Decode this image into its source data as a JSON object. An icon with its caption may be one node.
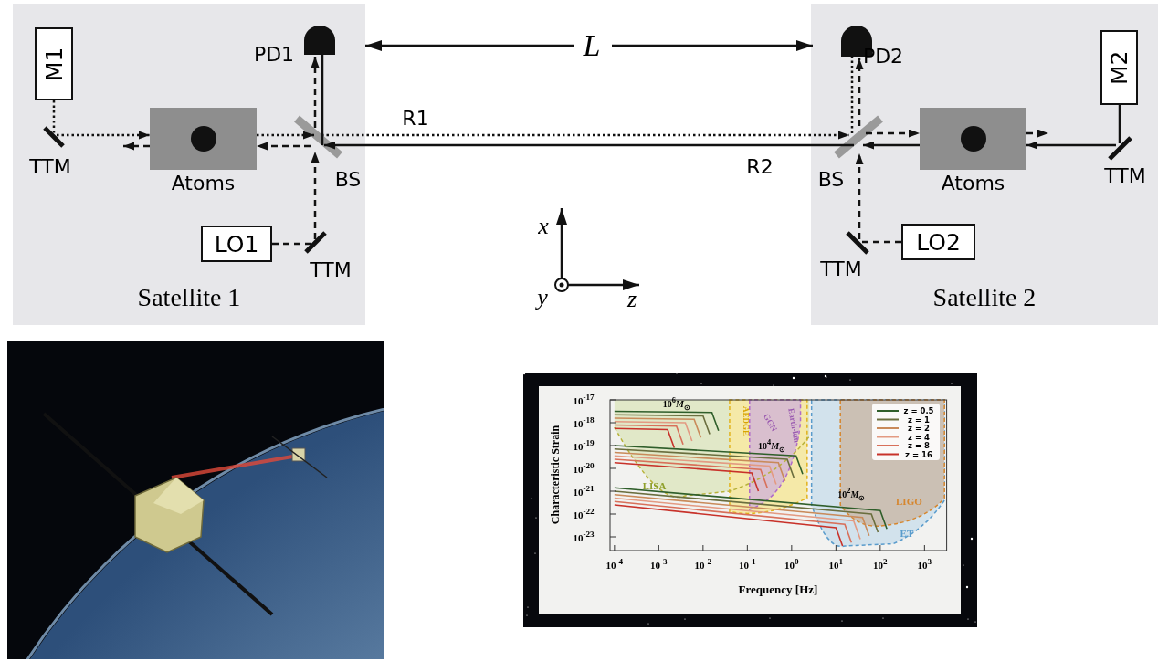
{
  "diagram": {
    "nodes": [
      {
        "text": [
          "Satellite 1"
        ]
      },
      {
        "text": [
          "M1"
        ],
        "in": 0
      },
      {
        "text": [],
        "shape": "bar",
        "beside": [
          "TTM"
        ],
        "in": 0
      },
      {
        "text": [
          "Atoms"
        ],
        "in": 0
      },
      {
        "text": [],
        "shape": "bar",
        "beside": [
          "BS"
        ],
        "in": 0
      },
      {
        "text": [],
        "shape": "dome",
        "beside": [
          "PD1"
        ],
        "in": 0
      },
      {
        "text": [
          "LO1"
        ],
        "in": 0
      },
      {
        "text": [],
        "shape": "bar",
        "beside": [
          "TTM"
        ],
        "in": 0
      },
      {
        "text": [
          "Satellite 2"
        ]
      },
      {
        "text": [],
        "shape": "dome",
        "beside": [
          "PD2"
        ],
        "in": 8
      },
      {
        "text": [],
        "shape": "bar",
        "beside": [
          "BS"
        ],
        "in": 8
      },
      {
        "text": [
          "Atoms"
        ],
        "in": 8
      },
      {
        "text": [
          "M2"
        ],
        "in": 8
      },
      {
        "text": [],
        "shape": "bar",
        "beside": [
          "TTM"
        ],
        "in": 8
      },
      {
        "text": [
          "LO2"
        ],
        "in": 8
      },
      {
        "text": [],
        "shape": "bar",
        "beside": [
          "TTM"
        ],
        "in": 8
      },
      {
        "text": [],
        "shape": "picture"
      }
    ],
    "edges": [
      {
        "from": 1,
        "to": 2,
        "arrow": "none",
        "style": "dashed"
      },
      {
        "from": 2,
        "to": 3,
        "arrow": "to",
        "style": "dashed"
      },
      {
        "from": 3,
        "to": 4,
        "arrow": "to",
        "style": "dashed"
      },
      {
        "from": 4,
        "to": 10,
        "arrow": "to",
        "style": "dashed",
        "label": "R1"
      },
      {
        "from": 10,
        "to": 9,
        "arrow": "none",
        "style": "dashed"
      },
      {
        "from": 12,
        "to": 13,
        "arrow": "none"
      },
      {
        "from": 13,
        "to": 11,
        "arrow": "to"
      },
      {
        "from": 11,
        "to": 10,
        "arrow": "to"
      },
      {
        "from": 10,
        "to": 4,
        "arrow": "to",
        "label": "R2"
      },
      {
        "from": 4,
        "to": 5,
        "arrow": "none"
      },
      {
        "from": 6,
        "to": 7,
        "arrow": "none",
        "style": "dashed"
      },
      {
        "from": 7,
        "to": 4,
        "arrow": "to",
        "style": "dashed"
      },
      {
        "from": 4,
        "to": 5,
        "arrow": "to",
        "style": "dashed"
      },
      {
        "from": 4,
        "to": 3,
        "arrow": "to",
        "style": "dashed"
      },
      {
        "from": 3,
        "to": null,
        "arrow": "to",
        "style": "dashed"
      },
      {
        "from": 14,
        "to": 15,
        "arrow": "none",
        "style": "dashed"
      },
      {
        "from": 15,
        "to": 10,
        "arrow": "to",
        "style": "dashed"
      },
      {
        "from": 10,
        "to": 9,
        "arrow": "to",
        "style": "dashed"
      },
      {
        "from": 10,
        "to": 11,
        "arrow": "to",
        "style": "dashed"
      },
      {
        "from": 11,
        "to": null,
        "arrow": "to",
        "style": "dashed"
      }
    ],
    "labels": [
      "L",
      "x",
      "y",
      "z",
      "Characteristic Strain",
      "10$^{-17}$",
      "10$^{-18}$",
      "10$^{-19}$",
      "10$^{-20}$",
      "10$^{-21}$",
      "10$^{-22}$",
      "10$^{-23}$",
      "10$^{6}$*M*$_{⊙}$",
      "AEDGE",
      "GGN",
      "Earth-km",
      "10$^{4}$*M*$_{⊙}$",
      "LISA",
      "10$^{2}$*M*$_{⊙}$",
      "LIGO",
      "ET",
      "10$^{-4}$",
      "10$^{-3}$",
      "10$^{-2}$",
      "10$^{-1}$",
      "10$^{0}$",
      "10$^{1}$",
      "10$^{2}$",
      "10$^{3}$",
      "Frequency [Hz]"
    ],
    "legend": [
      {
        "text": "z = 0.5"
      },
      {
        "text": "z = 1"
      },
      {
        "text": "z = 2"
      },
      {
        "text": "z = 4"
      },
      {
        "text": "z = 8"
      },
      {
        "text": "z = 16"
      }
    ]
  }
}
